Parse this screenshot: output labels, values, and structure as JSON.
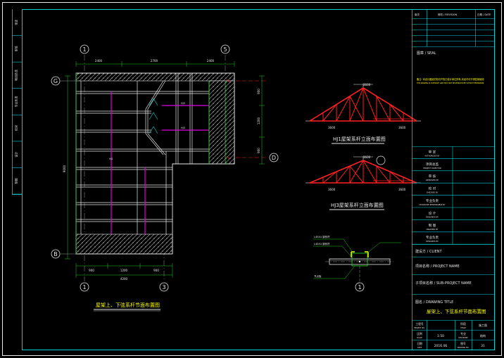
{
  "left_strip": [
    "审定",
    "审核",
    "项目负责",
    "专业负责",
    "校对",
    "设计",
    "制图"
  ],
  "title_block": {
    "revision_header": "修改 / REVISION",
    "rev_no": "版次",
    "date_col": "日期 / DATE",
    "seal_label": "图章 / SEAL",
    "note_zh": "备注: 本设计图纸的知识产权归设计单位所有,未经许可不得复制使用",
    "note_en": "THIS DRAWING IS COPYRIGHT AND MUST NOT BE REPRODUCED WITHOUT PERMISSION",
    "roles": [
      {
        "zh": "审 定",
        "en": "AUTHORIZED BY"
      },
      {
        "zh": "项目总监",
        "en": "PROJECT DIRECTOR"
      },
      {
        "zh": "审 核",
        "en": "APPROVED BY"
      },
      {
        "zh": "校 对",
        "en": "CHECKED BY"
      },
      {
        "zh": "专业负责",
        "en": "DISCIPLINE RESPONSIBLE BY"
      },
      {
        "zh": "设 计",
        "en": "DESIGNED BY"
      },
      {
        "zh": "制 图",
        "en": "DRAWING BY"
      },
      {
        "zh": "专业负责",
        "en": "DESIGNED BY"
      }
    ],
    "client_label": "建设方 / CLIENT",
    "project_label": "项目名称 / PROJECT NAME",
    "subproject_label": "子项目名称 / SUB-PROJECT NAME",
    "drawing_title_label": "图名 / DRAWING TITLE",
    "drawing_title": "屋架上、下弦系杆节面布置图",
    "project_no_label": "工程号",
    "project_no_en": "PROJECT NO.",
    "stage_label": "阶段",
    "stage_en": "STAGE",
    "stage_value": "施工图",
    "scale_label": "比例",
    "scale_en": "SCALE",
    "scale_value": "1:50",
    "discipline_label": "专业",
    "discipline_en": "DISCIPLINE",
    "discipline_value": "结构",
    "date_label": "日期",
    "date_en": "DATE",
    "date_value": "2016.06",
    "drawing_no_label": "图号",
    "drawing_no_en": "DRAWING NO.",
    "drawing_no_value": "31"
  },
  "plan": {
    "axes": {
      "top_left": "1",
      "top_right": "5",
      "left_top": "G",
      "left_bottom": "B",
      "right_bottom": "D",
      "bottom_left": "1",
      "bottom_right": "3"
    },
    "top_dims": [
      "2400",
      "2700",
      "2400"
    ],
    "bottom_dims": [
      "900",
      "1200",
      "900"
    ],
    "bottom_total": "4200",
    "left_dim": "9000",
    "right_dims": [
      "900",
      "1200",
      "900"
    ],
    "caption": "屋架上、下弦系杆节面布置图"
  },
  "truss1": {
    "caption": "HJ1屋架系杆立面布置图",
    "left_dim": "3600",
    "right_dim": "3600",
    "top_dim": "3600"
  },
  "truss2": {
    "caption": "HJ3屋架系杆立面布置图",
    "left_dim": "3600",
    "right_dim": "3600",
    "top_dim": "3600"
  },
  "detail": {
    "axis": "1",
    "notes": [
      "L40X4 钢系杆",
      "L40X4 钢系杆",
      "节点板"
    ]
  },
  "colors": {
    "frame": "#00d4d4",
    "white": "#e8e8e8",
    "green": "#22cc22",
    "magenta": "#e000e0",
    "red": "#ff2020",
    "yellow": "#ffff00",
    "gray": "#9a9a9a"
  }
}
